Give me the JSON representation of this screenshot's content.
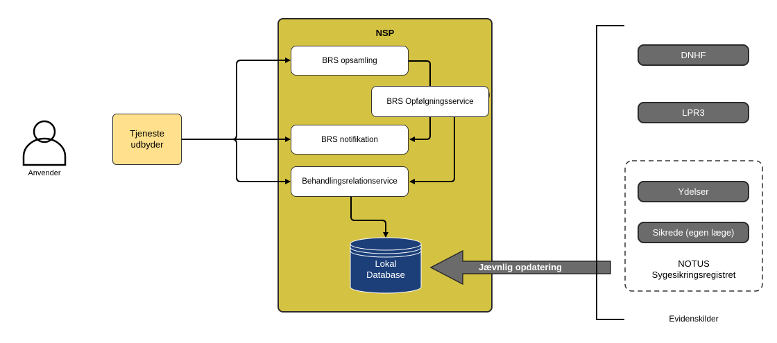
{
  "user": {
    "label": "Anvender"
  },
  "provider": {
    "line1": "Tjeneste",
    "line2": "udbyder"
  },
  "nsp": {
    "title": "NSP",
    "services": {
      "opsamling": "BRS opsamling",
      "opfolgning": "BRS Opfølgningsservice",
      "notifikation": "BRS notifikation",
      "behandling": "Behandlingsrelationservice"
    },
    "database": {
      "line1": "Lokal",
      "line2": "Database"
    }
  },
  "update_arrow": {
    "label": "Jævnlig opdatering"
  },
  "sources": {
    "dnhf": "DNHF",
    "lpr3": "LPR3",
    "ydelser": "Ydelser",
    "sikrede": "Sikrede (egen læge)",
    "notus_line1": "NOTUS",
    "notus_line2": "Sygesikringsregistret",
    "group_label": "Evidenskilder"
  },
  "colors": {
    "nsp_fill": "#d4c243",
    "provider_fill": "#ffe08c",
    "source_fill": "#6b6b6b",
    "database_fill": "#1c3f7a",
    "arrow_fill": "#6b6b6b"
  }
}
